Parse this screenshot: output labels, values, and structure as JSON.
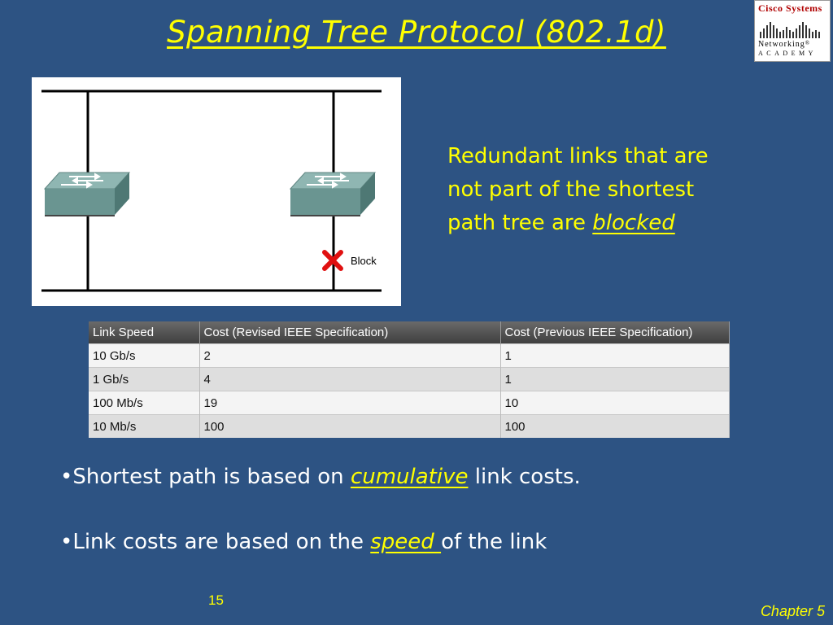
{
  "title": "Spanning Tree Protocol (802.1d)",
  "logo": {
    "line1": "Cisco Systems",
    "line2": "Networking",
    "line3": "Academy",
    "registered": "®",
    "colors": {
      "brand_red": "#b00000",
      "bars": "#333333"
    }
  },
  "diagram": {
    "block_label": "Block",
    "icons": [
      "switch-icon",
      "switch-icon",
      "block-x-icon"
    ],
    "colors": {
      "switch_top": "#7fa8a4",
      "switch_front": "#5f8a86",
      "block_x": "#e01010"
    }
  },
  "callout": {
    "line1": "Redundant links that are",
    "line2": "not part of the shortest",
    "line3_prefix": "path tree are ",
    "line3_emphasis": "blocked"
  },
  "table": {
    "headers": [
      "Link Speed",
      "Cost (Revised IEEE Specification)",
      "Cost (Previous IEEE Specification)"
    ],
    "rows": [
      [
        "10 Gb/s",
        "2",
        "1"
      ],
      [
        "1 Gb/s",
        "4",
        "1"
      ],
      [
        "100 Mb/s",
        "19",
        "10"
      ],
      [
        "10 Mb/s",
        "100",
        "100"
      ]
    ]
  },
  "bullets": [
    {
      "marker": "•",
      "prefix": "Shortest path is based on ",
      "emphasis": "cumulative",
      "suffix": " link costs."
    },
    {
      "marker": "•",
      "prefix": "Link costs are based on the ",
      "emphasis": "speed ",
      "suffix": "of the link"
    }
  ],
  "footer": {
    "page_number": "15",
    "chapter": "Chapter 5"
  },
  "colors": {
    "background": "#2d5383",
    "accent_yellow": "#ffff00",
    "text_white": "#ffffff"
  }
}
